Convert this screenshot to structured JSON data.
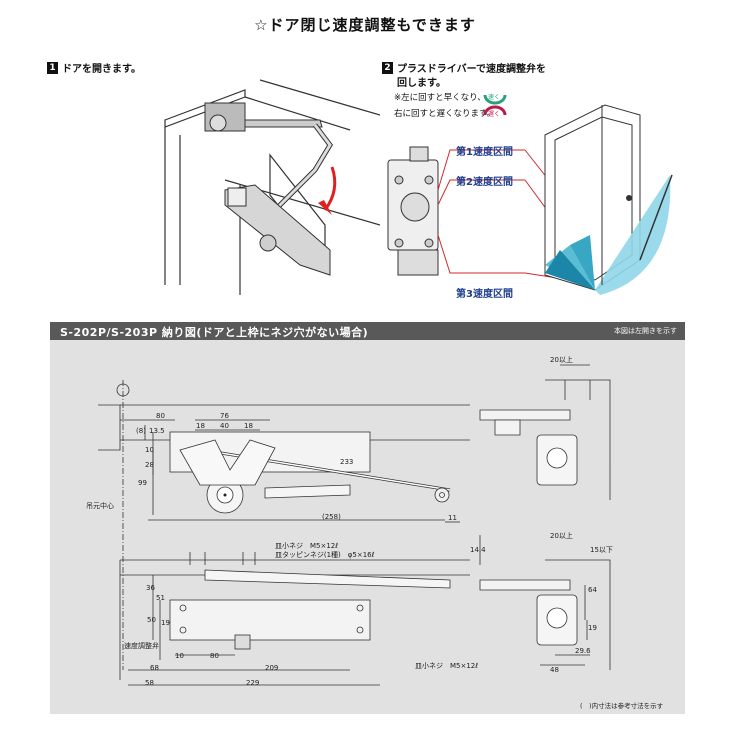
{
  "title": "☆ドア閉じ速度調整もできます",
  "step1": {
    "num": "1",
    "text": "ドアを開きます。"
  },
  "step2": {
    "num": "2",
    "text_line1": "プラスドライバーで速度調整弁を",
    "text_line2": "回します。",
    "note_line1": "※左に回すと早くなり、",
    "note_line2": "右に回すと遅くなります。",
    "fast_label": "速く",
    "slow_label": "遅く"
  },
  "zones": [
    "第1速度区間",
    "第2速度区間",
    "第3速度区間"
  ],
  "drawing": {
    "header_title": "S-202P/S-203P 納り図(ドアと上枠にネジ穴がない場合)",
    "header_note": "本図は左開きを示す",
    "footnote": "(　)内寸法は参考寸法を示す",
    "labels": {
      "pivot_center": "吊元中心",
      "speed_valve": "速度調整弁",
      "screw_top": "皿小ネジ　M5×12ℓ",
      "tapping_screw": "皿タッピンネジ(1種)　φ5×16ℓ",
      "screw_bottom": "皿小ネジ　M5×12ℓ",
      "min20_a": "20以上",
      "min20_b": "20以上",
      "max15": "15以下"
    },
    "dims": {
      "d80": "80",
      "d76": "76",
      "d18a": "18",
      "d40": "40",
      "d18b": "18",
      "d8": "(8)",
      "d135": "13.5",
      "d10": "10",
      "d28": "28",
      "d99": "99",
      "d233": "233",
      "d258": "(258)",
      "d11": "11",
      "d36": "36",
      "d51": "51",
      "d50": "50",
      "d19a": "19",
      "d10b": "10",
      "d80b": "80",
      "d68": "68",
      "d209": "209",
      "d58": "58",
      "d229": "229",
      "d144": "14.4",
      "d64": "64",
      "d19b": "19",
      "d296": "29.6",
      "d48": "48"
    }
  }
}
